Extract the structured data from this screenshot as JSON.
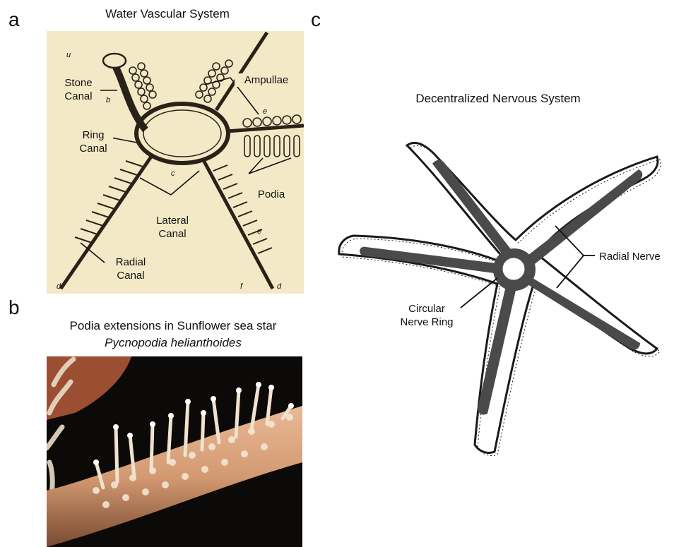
{
  "panels": {
    "a": {
      "letter": "a",
      "title": "Water Vascular System",
      "labels": {
        "stone_canal": "Stone\nCanal",
        "ampullae": "Ampullae",
        "ring_canal": "Ring\nCanal",
        "podia": "Podia",
        "lateral_canal": "Lateral\nCanal",
        "radial_canal": "Radial\nCanal"
      },
      "engraving_letters": {
        "u": "u",
        "b": "b",
        "e_top": "e",
        "c": "c",
        "e_right": "e",
        "d_left": "d",
        "f": "f",
        "d_right": "d"
      },
      "colors": {
        "paper": "#f3e9c6",
        "ink": "#2a2218"
      }
    },
    "b": {
      "letter": "b",
      "title_line1": "Podia extensions in Sunflower sea star",
      "title_line2": "Pycnopodia helianthoides",
      "colors": {
        "background": "#0b0a08",
        "arm": "#d9a07a",
        "podia": "#efe2cf"
      }
    },
    "c": {
      "letter": "c",
      "title": "Decentralized Nervous System",
      "labels": {
        "radial_nerve": "Radial Nerve",
        "circular_nerve_ring": "Circular\nNerve Ring"
      },
      "colors": {
        "nerve": "#4a4a4a",
        "outline": "#1a1a1a"
      }
    }
  }
}
